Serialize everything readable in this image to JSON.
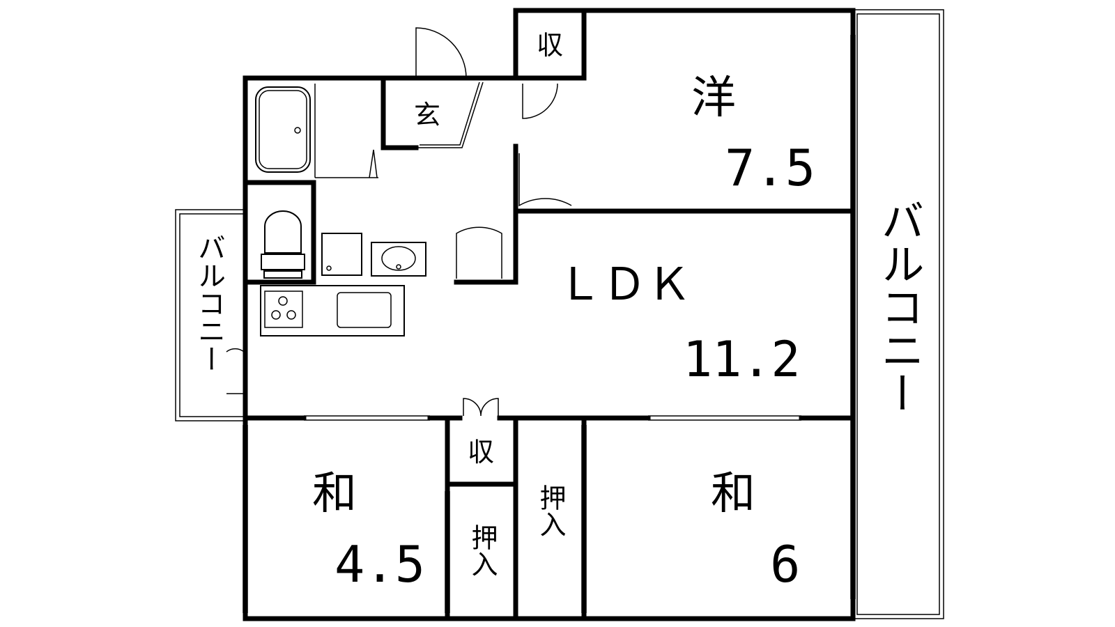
{
  "floorplan": {
    "rooms": {
      "western": {
        "label": "洋",
        "size": "7.5"
      },
      "ldk": {
        "label": "ＬＤＫ",
        "size": "11.2"
      },
      "japanese_small": {
        "label": "和",
        "size": "4.5"
      },
      "japanese_large": {
        "label": "和",
        "size": "6"
      },
      "entrance": {
        "label": "玄"
      },
      "storage_top": {
        "label": "収"
      },
      "storage_mid": {
        "label": "収"
      },
      "closet_left": {
        "label": "押入"
      },
      "closet_right": {
        "label": "押入"
      }
    },
    "balconies": {
      "left": {
        "label": "バルコニー"
      },
      "right": {
        "label": "バルコニー"
      }
    }
  }
}
